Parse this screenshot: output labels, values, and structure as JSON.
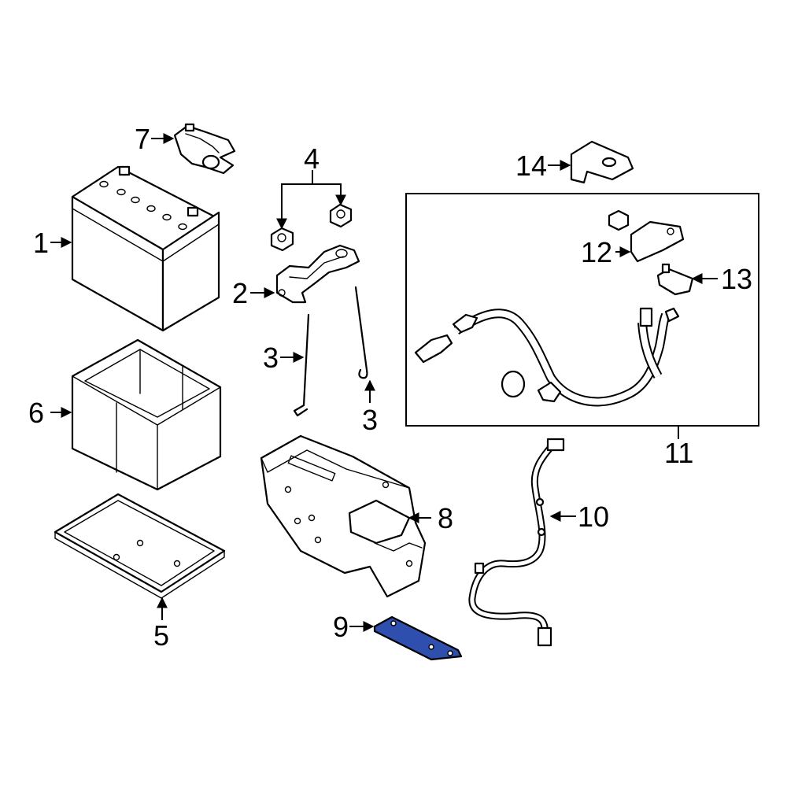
{
  "diagram": {
    "callouts": {
      "c1": "1",
      "c2": "2",
      "c3a": "3",
      "c3b": "3",
      "c4": "4",
      "c5": "5",
      "c6": "6",
      "c7": "7",
      "c8": "8",
      "c9": "9",
      "c10": "10",
      "c11": "11",
      "c12": "12",
      "c13": "13",
      "c14": "14"
    },
    "highlight_color": "#2f4fae",
    "highlighted_part": "9"
  }
}
